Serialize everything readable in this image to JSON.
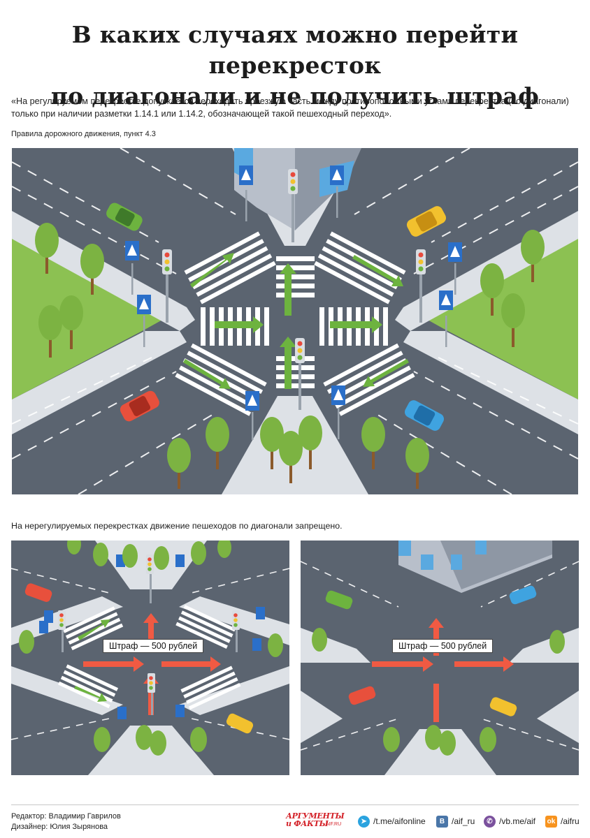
{
  "title": {
    "line1": "В каких случаях можно перейти перекресток",
    "line2": "по диагонали и не получить штраф"
  },
  "quote": {
    "text": "«На регулируемом перекрестке допускается переходить проезжую часть между противоположными углами перекрестка (по диагонали) только при наличии разметки 1.14.1 или 1.14.2, обозначающей такой пешеходный переход»."
  },
  "source": "Правила дорожного движения, пункт 4.3",
  "unregulated_note": "На нерегулируемых перекрестках движение пешеходов по диагонали запрещено.",
  "fine": {
    "label_left": "Штраф — 500 рублей",
    "label_right": "Штраф — 500 рублей"
  },
  "credits": {
    "editor": "Редактор: Владимир Гаврилов",
    "designer": "Дизайнер: Юлия Зырянова"
  },
  "logo": {
    "line1": "АРГУМЕНТЫ",
    "line2": "и ФАКТЫ",
    "site": "AIF.RU"
  },
  "social": [
    {
      "icon": "telegram-icon",
      "text": "/t.me/aifonline",
      "color": "#2aa3df"
    },
    {
      "icon": "vk-icon",
      "text": "/aif_ru",
      "color": "#4a76a8"
    },
    {
      "icon": "viber-icon",
      "text": "/vb.me/aif",
      "color": "#7b519d"
    },
    {
      "icon": "ok-icon",
      "text": "/aifru",
      "color": "#f7931e"
    }
  ],
  "colors": {
    "road": "#5b6470",
    "sidewalk": "#dde1e6",
    "grass": "#8cc152",
    "green_arrow": "#6db33f",
    "red_arrow": "#f05a43"
  }
}
